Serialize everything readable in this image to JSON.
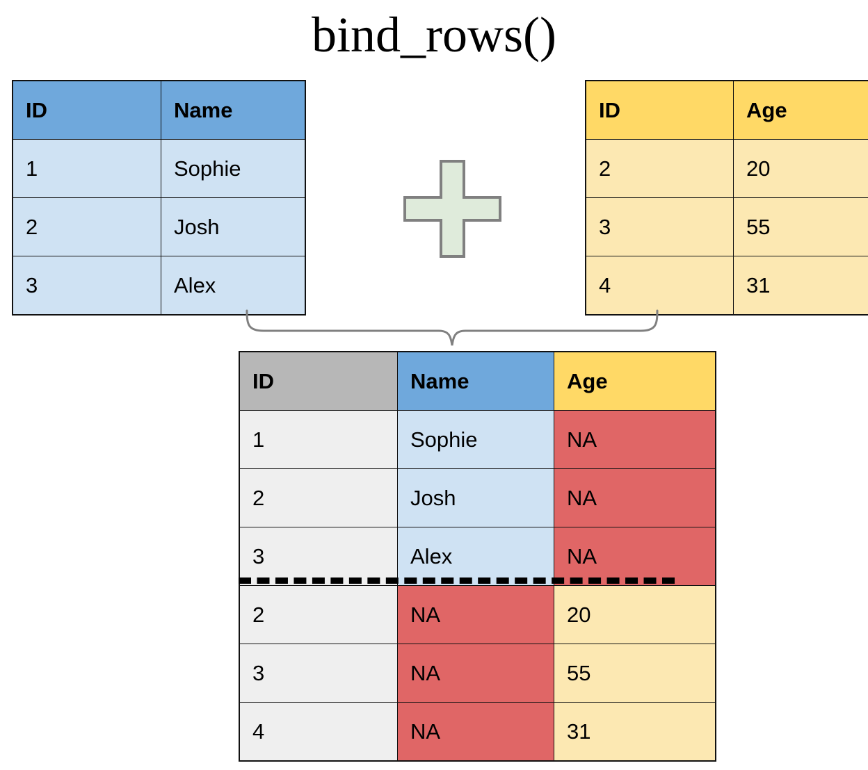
{
  "title": "bind_rows()",
  "operator": {
    "symbol": "+",
    "icon": "plus-icon",
    "fill": "#DFEBDB",
    "stroke": "#808080"
  },
  "colors": {
    "blue_header": "#6FA8DC",
    "blue_body": "#CFE2F3",
    "yellow_header": "#FFD966",
    "yellow_body": "#FCE8B2",
    "gray_header": "#B7B7B7",
    "gray_body": "#EFEFEF",
    "na_red": "#E06666",
    "border": "#111111",
    "brace": "#808080"
  },
  "left_table": {
    "name": "left-input-table",
    "headers": [
      "ID",
      "Name"
    ],
    "rows": [
      [
        "1",
        "Sophie"
      ],
      [
        "2",
        "Josh"
      ],
      [
        "3",
        "Alex"
      ]
    ]
  },
  "right_table": {
    "name": "right-input-table",
    "headers": [
      "ID",
      "Age"
    ],
    "rows": [
      [
        "2",
        "20"
      ],
      [
        "3",
        "55"
      ],
      [
        "4",
        "31"
      ]
    ]
  },
  "result_table": {
    "name": "result-table",
    "headers": [
      "ID",
      "Name",
      "Age"
    ],
    "rows": [
      {
        "source": "left",
        "cells": [
          "1",
          "Sophie",
          "NA"
        ]
      },
      {
        "source": "left",
        "cells": [
          "2",
          "Josh",
          "NA"
        ]
      },
      {
        "source": "left",
        "cells": [
          "3",
          "Alex",
          "NA"
        ]
      },
      {
        "source": "right",
        "cells": [
          "2",
          "NA",
          "20"
        ]
      },
      {
        "source": "right",
        "cells": [
          "3",
          "NA",
          "55"
        ]
      },
      {
        "source": "right",
        "cells": [
          "4",
          "NA",
          "31"
        ]
      }
    ],
    "divider_after_row": 3,
    "missing_value_label": "NA"
  }
}
